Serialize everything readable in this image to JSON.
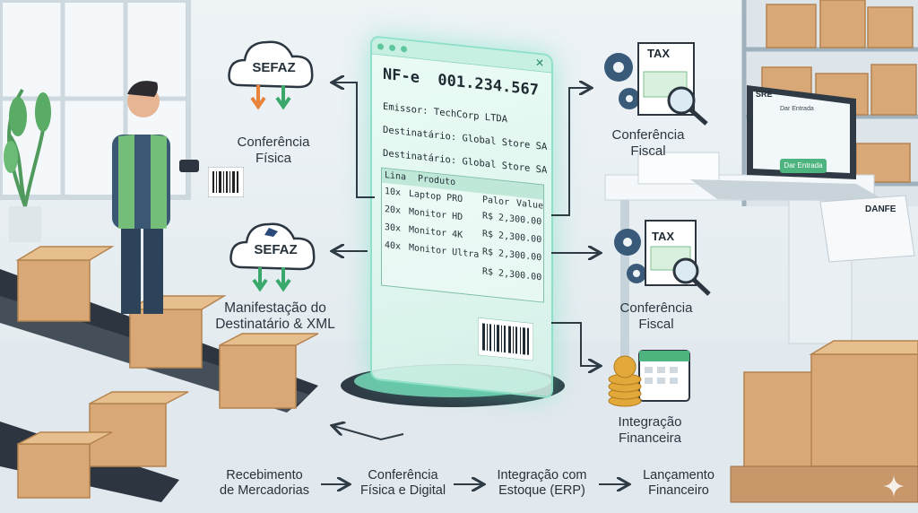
{
  "left": {
    "sefaz_top": {
      "cloud_label": "SEFAZ",
      "caption_line1": "Conferência",
      "caption_line2": "Física"
    },
    "sefaz_mid": {
      "cloud_label": "SEFAZ",
      "caption_line1": "Manifestação do",
      "caption_line2": "Destinatário & XML"
    }
  },
  "document": {
    "title": "NF-e  001.234.567",
    "issuer": "Emissor: TechCorp LTDA",
    "recipient1": "Destinatário: Global Store SA",
    "recipient2": "Destinatário: Global Store SA",
    "headers": [
      "Lina",
      "Produto",
      "Palor",
      "Value"
    ],
    "rows": [
      {
        "qty": "10x",
        "product": "Laptop PRO",
        "price": ""
      },
      {
        "qty": "20x",
        "product": "Monitor HD",
        "price": "R$ 2,300.00"
      },
      {
        "qty": "30x",
        "product": "Monitor 4K",
        "price": "R$ 2,300.00"
      },
      {
        "qty": "40x",
        "product": "Monitor Ultra",
        "price": "R$ 2,300.00"
      },
      {
        "qty": "",
        "product": "",
        "price": "R$ 2,300.00"
      }
    ]
  },
  "right": {
    "fiscal_top": {
      "doc_label": "TAX",
      "caption_line1": "Conferência",
      "caption_line2": "Fiscal"
    },
    "fiscal_mid": {
      "doc_label": "TAX",
      "caption_line1": "Conferência",
      "caption_line2": "Fiscal"
    },
    "finance": {
      "caption_line1": "Integração",
      "caption_line2": "Financeira"
    },
    "laptop": {
      "brand": "SRE",
      "window_title": "Dar Entrada",
      "button_label": "Dar Entrada"
    },
    "danfe_label": "DANFE"
  },
  "flow": [
    {
      "line1": "Recebimento",
      "line2": "de Mercadorias"
    },
    {
      "line1": "Conferência",
      "line2": "Física e Digital"
    },
    {
      "line1": "Integração com",
      "line2": "Estoque (ERP)"
    },
    {
      "line1": "Lançamento",
      "line2": "Financeiro"
    }
  ],
  "colors": {
    "accent_green": "#5fd1a9",
    "arrow_orange": "#e8833a",
    "arrow_green": "#3aa86b",
    "text_dark": "#27313a"
  }
}
